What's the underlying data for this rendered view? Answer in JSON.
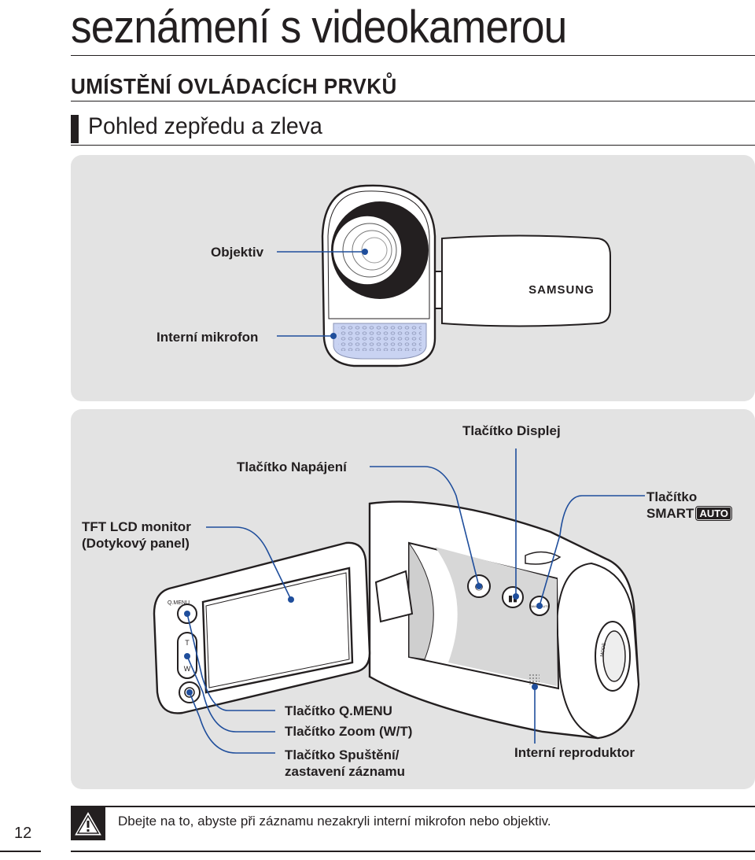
{
  "header": {
    "chapter_title": "seznámení s videokamerou",
    "section_heading": "UMÍSTĚNÍ OVLÁDACÍCH PRVKŮ",
    "subheading": "Pohled zepředu a zleva"
  },
  "front_view": {
    "brand_logo": "SAMSUNG",
    "labels": {
      "lens": "Objektiv",
      "internal_mic": "Interní mikrofon"
    }
  },
  "side_view": {
    "labels": {
      "display_button": "Tlačítko Displej",
      "power_button": "Tlačítko Napájení",
      "lcd_line1": "TFT LCD monitor",
      "lcd_line2": "(Dotykový panel)",
      "smart_line1": "Tlačítko",
      "smart_line2": "SMART",
      "smart_badge": "AUTO",
      "qmenu_button": "Tlačítko Q.MENU",
      "zoom_button": "Tlačítko Zoom (W/T)",
      "record_line1": "Tlačítko Spuštění/",
      "record_line2": "zastavení záznamu",
      "internal_speaker": "Interní reproduktor"
    },
    "device_markings": {
      "qmenu": "Q.MENU",
      "tele": "T",
      "wide": "W",
      "smart_auto_small": "SMART AUTO",
      "mode": "MODE"
    }
  },
  "footer": {
    "page_number": "12",
    "warning_note": "Dbejte na to, abyste při záznamu nezakryli interní mikrofon nebo objektiv."
  },
  "colors": {
    "leader_line": "#1f4e9c",
    "panel_bg": "#e3e3e3",
    "mic_grille": "#c9d3f2",
    "text": "#231f20"
  }
}
